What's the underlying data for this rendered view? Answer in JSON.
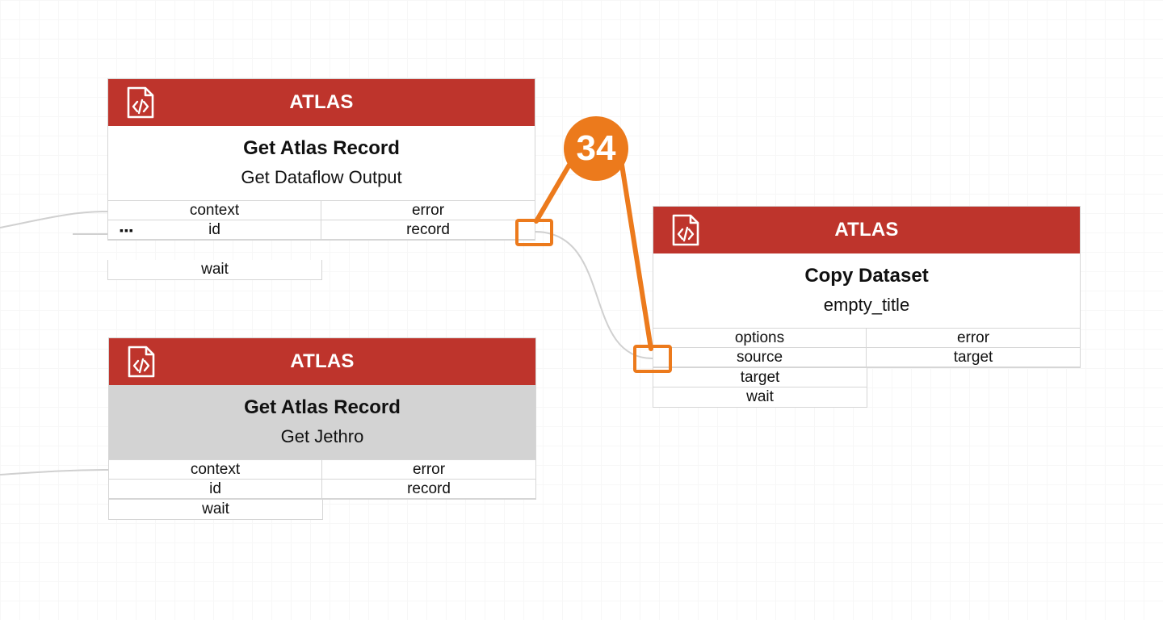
{
  "colors": {
    "header_red": "#be342c",
    "highlight_orange": "#ec7a1c",
    "connector_grey": "#d0d0d0",
    "selected_body_grey": "#d3d3d3"
  },
  "nodes": [
    {
      "id": "node1",
      "category": "ATLAS",
      "icon": "code-file-icon",
      "title": "Get Atlas Record",
      "subtitle": "Get Dataflow Output",
      "inputs": [
        "context",
        "id",
        "wait"
      ],
      "outputs": [
        "error",
        "record"
      ],
      "collapsed_marker": "▪▪▪"
    },
    {
      "id": "node2",
      "category": "ATLAS",
      "icon": "code-file-icon",
      "title": "Get Atlas Record",
      "subtitle": "Get Jethro",
      "inputs": [
        "context",
        "id",
        "wait"
      ],
      "outputs": [
        "error",
        "record"
      ]
    },
    {
      "id": "node3",
      "category": "ATLAS",
      "icon": "code-file-icon",
      "title": "Copy Dataset",
      "subtitle": "empty_title",
      "inputs": [
        "options",
        "source",
        "target",
        "wait"
      ],
      "outputs": [
        "error",
        "target"
      ]
    }
  ],
  "annotation": {
    "badge_number": "34"
  }
}
